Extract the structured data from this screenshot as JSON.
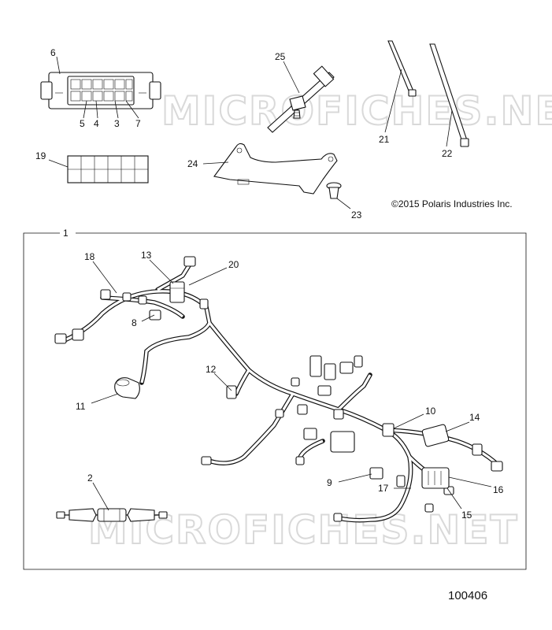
{
  "watermark": "MICROFICHES.NET",
  "copyright": "©2015 Polaris Industries Inc.",
  "document_number": "100406",
  "callouts": {
    "c1": "1",
    "c2": "2",
    "c3": "3",
    "c4": "4",
    "c5": "5",
    "c6": "6",
    "c7": "7",
    "c8": "8",
    "c9": "9",
    "c10": "10",
    "c11": "11",
    "c12": "12",
    "c13": "13",
    "c14": "14",
    "c15": "15",
    "c16": "16",
    "c17": "17",
    "c18": "18",
    "c19": "19",
    "c20": "20",
    "c21": "21",
    "c22": "22",
    "c23": "23",
    "c24": "24",
    "c25": "25"
  }
}
